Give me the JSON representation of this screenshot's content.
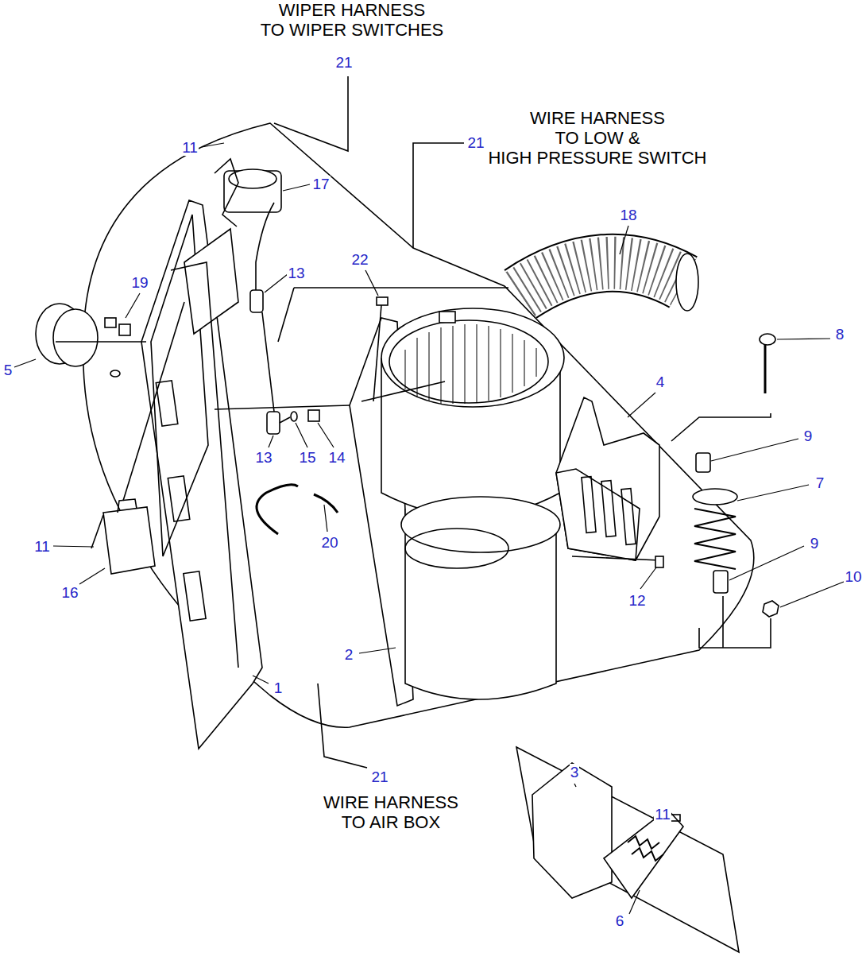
{
  "diagram": {
    "labels": [
      "WIPER HARNESS TO WIPER SWITCHES",
      "21",
      "WIRE HARNESS TO LOW & HIGH PRESSURE SWITCH",
      "21",
      "11",
      "17",
      "18",
      "22",
      "13",
      "19",
      "8",
      "5",
      "4",
      "9",
      "13",
      "15",
      "14",
      "7",
      "20",
      "9",
      "11",
      "10",
      "16",
      "12",
      "2",
      "1",
      "21",
      "3",
      "WIRE HARNESS TO AIR BOX",
      "11",
      "6"
    ]
  }
}
